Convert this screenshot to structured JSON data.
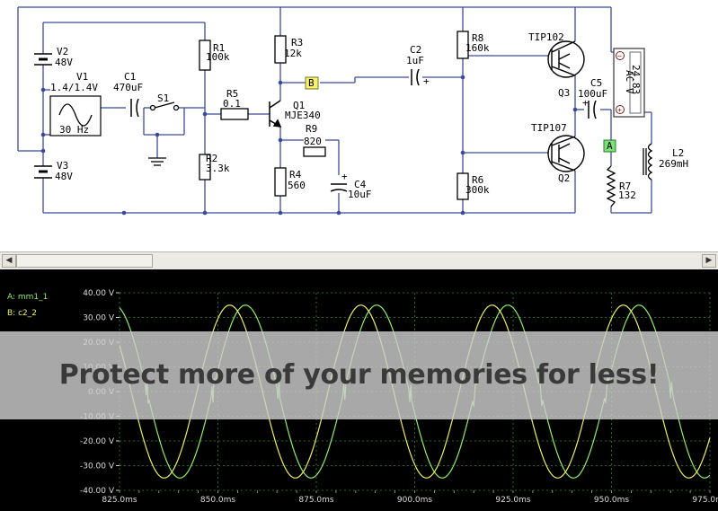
{
  "schematic": {
    "components": {
      "v2": {
        "name": "V2",
        "value": "48V"
      },
      "v1": {
        "name": "V1",
        "value": "1.4/1.4V",
        "freq": "30 Hz"
      },
      "v3": {
        "name": "V3",
        "value": "48V"
      },
      "c1": {
        "name": "C1",
        "value": "470uF"
      },
      "s1": {
        "name": "S1"
      },
      "r1": {
        "name": "R1",
        "value": "100k"
      },
      "r2": {
        "name": "R2",
        "value": "3.3k"
      },
      "r5": {
        "name": "R5",
        "value": "0.1"
      },
      "r3": {
        "name": "R3",
        "value": "12k"
      },
      "q1": {
        "name": "Q1",
        "value": "MJE340"
      },
      "r9": {
        "name": "R9",
        "value": "820"
      },
      "r4": {
        "name": "R4",
        "value": "560"
      },
      "c4": {
        "name": "C4",
        "value": "10uF"
      },
      "c2": {
        "name": "C2",
        "value": "1uF"
      },
      "r8": {
        "name": "R8",
        "value": "160k"
      },
      "r6": {
        "name": "R6",
        "value": "300k"
      },
      "q3": {
        "name": "Q3",
        "value": "TIP102"
      },
      "q2": {
        "name": "Q2",
        "value": "TIP107"
      },
      "c5": {
        "name": "C5",
        "value": "100uF"
      },
      "r7": {
        "name": "R7",
        "value": "132"
      },
      "l2": {
        "name": "L2",
        "value": "269mH"
      }
    },
    "probe_b": "B",
    "probe_a": "A",
    "voltmeter": {
      "mode": "AC V",
      "reading": "24.83",
      "plus": "+",
      "minus": "−"
    }
  },
  "scrollbar": {
    "left_arrow": "◀",
    "right_arrow": "▶"
  },
  "scope": {
    "legend": [
      {
        "label": "A: mm1_1",
        "color": "#8ef06a"
      },
      {
        "label": "B: c2_2",
        "color": "#f2ee5a"
      }
    ],
    "grid_color": "#2d8a2d",
    "background": "#000000"
  },
  "chart_data": {
    "type": "line",
    "ylim": [
      -40,
      40
    ],
    "xlim": [
      825,
      975
    ],
    "yticks": [
      "40.00 V",
      "30.00 V",
      "20.00 V",
      "10.00 V",
      "0.00 V",
      "-10.00 V",
      "-20.00 V",
      "-30.00 V",
      "-40.00 V"
    ],
    "xticks": [
      "825.0ms",
      "850.0ms",
      "875.0ms",
      "900.0ms",
      "925.0ms",
      "950.0ms",
      "975.0ms"
    ],
    "series": [
      {
        "name": "A: mm1_1",
        "amplitude": 35,
        "period_ms": 33.33,
        "peak_ms": 857,
        "color": "#8ef06a"
      },
      {
        "name": "B: c2_2",
        "amplitude": 35,
        "period_ms": 33.33,
        "peak_ms": 853,
        "color": "#f2ee5a"
      }
    ]
  },
  "banner": {
    "text": "Protect more of your memories for less!"
  }
}
